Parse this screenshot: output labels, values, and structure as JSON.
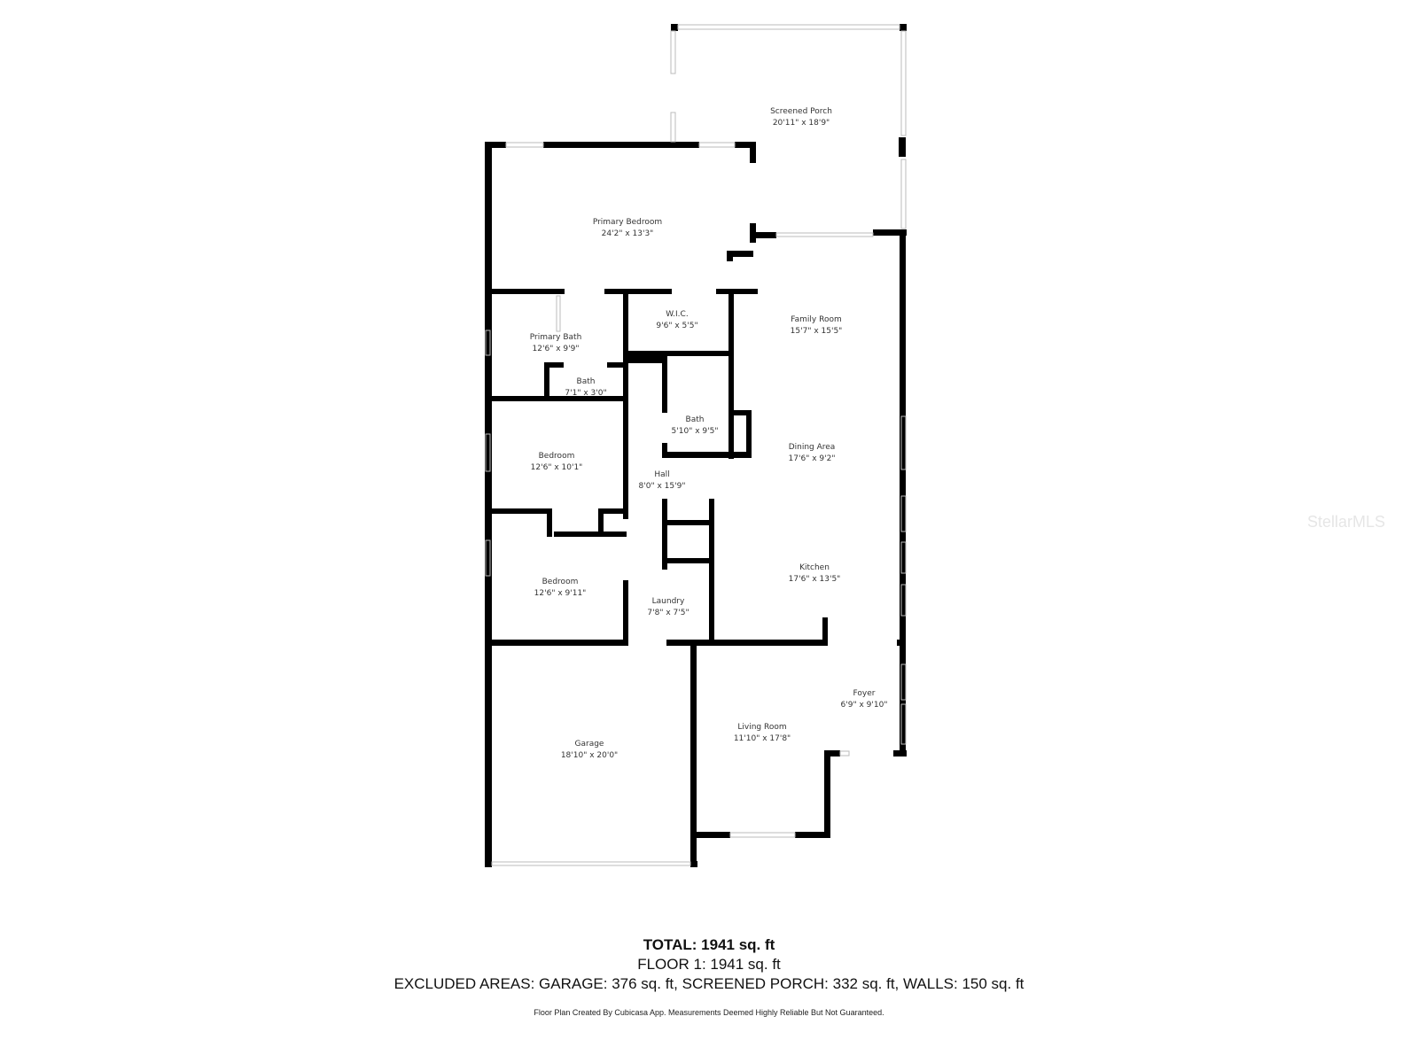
{
  "floorplan": {
    "rooms": [
      {
        "name": "Screened Porch",
        "dims": "20'11\" x 18'9\""
      },
      {
        "name": "Primary Bedroom",
        "dims": "24'2\" x 13'3\""
      },
      {
        "name": "W.I.C.",
        "dims": "9'6\" x 5'5\""
      },
      {
        "name": "Family Room",
        "dims": "15'7\" x 15'5\""
      },
      {
        "name": "Primary Bath",
        "dims": "12'6\" x 9'9\""
      },
      {
        "name": "Bath",
        "dims": "7'1\" x 3'0\""
      },
      {
        "name": "Bath",
        "dims": "5'10\" x 9'5\""
      },
      {
        "name": "Bedroom",
        "dims": "12'6\" x 10'1\""
      },
      {
        "name": "Dining Area",
        "dims": "17'6\" x 9'2\""
      },
      {
        "name": "Hall",
        "dims": "8'0\" x 15'9\""
      },
      {
        "name": "Kitchen",
        "dims": "17'6\" x 13'5\""
      },
      {
        "name": "Bedroom",
        "dims": "12'6\" x 9'11\""
      },
      {
        "name": "Laundry",
        "dims": "7'8\" x 7'5\""
      },
      {
        "name": "Foyer",
        "dims": "6'9\" x 9'10\""
      },
      {
        "name": "Living Room",
        "dims": "11'10\" x 17'8\""
      },
      {
        "name": "Garage",
        "dims": "18'10\" x 20'0\""
      }
    ]
  },
  "summary": {
    "total": "TOTAL: 1941 sq. ft",
    "floor": "FLOOR 1: 1941 sq. ft",
    "excluded": "EXCLUDED AREAS: GARAGE: 376 sq. ft, SCREENED PORCH: 332 sq. ft, WALLS: 150 sq. ft",
    "credit": "Floor Plan Created By Cubicasa App. Measurements Deemed Highly Reliable But Not Guaranteed."
  },
  "watermark": "StellarMLS"
}
